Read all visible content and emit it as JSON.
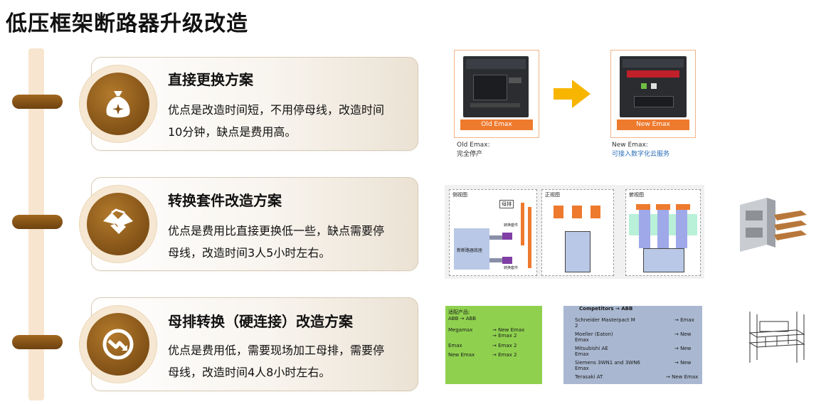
{
  "page": {
    "title": "低压框架断路器升级改造"
  },
  "cards": [
    {
      "title": "直接更换方案",
      "desc_line1": "优点是改造时间短，不用停母线，改造时间",
      "desc_line2": "10分钟，缺点是费用高。",
      "icon": "money-bag-icon"
    },
    {
      "title": "转换套件改造方案",
      "desc_line1": "优点是费用比直接更换低一些，缺点需要停",
      "desc_line2": "母线，改造时间3人5小时左右。",
      "icon": "handshake-icon"
    },
    {
      "title": "母排转换（硬连接）改造方案",
      "desc_line1": "优点是费用低，需要现场加工母排，需要停",
      "desc_line2": "母线，改造时间4人8小时左右。",
      "icon": "trend-down-icon"
    }
  ],
  "images": {
    "old_emax": {
      "label": "Old Emax",
      "caption1": "Old Emax:",
      "caption2": "完全停产"
    },
    "new_emax": {
      "label": "New Emax",
      "caption1": "New Emax:",
      "caption2": "可接入数字化云服务"
    },
    "kit_drawing": {
      "side_title": "侧视图",
      "front_title": "正视图",
      "top_title": "俯视图",
      "copper_label": "母排",
      "breaker_label": "新断路器底座",
      "conv_label1": "转换套件",
      "conv_label2": "转换套件"
    },
    "replace_table": {
      "left_header1": "适配产品:",
      "left_header2": "ABB → ABB",
      "left_rows": [
        {
          "from": "Megamax",
          "to": "→ New Emax\n→ Emax 2"
        },
        {
          "from": "Emax",
          "to": "→ Emax 2"
        },
        {
          "from": "New Emax",
          "to": "→ Emax 2"
        }
      ],
      "right_header": "Competitors → ABB",
      "right_rows": [
        {
          "from": "Schneider Masterpact M\n2",
          "to": "→ Emax"
        },
        {
          "from": "Moeller (Eaton)\nEmax",
          "to": "→ New"
        },
        {
          "from": "Mitsubishi AE\nEmax",
          "to": "→ New"
        },
        {
          "from": "Siemens 3WN1 and 3WN6\nEmax",
          "to": "→ New"
        },
        {
          "from": "Terasaki AT",
          "to": "→ New Emax"
        }
      ]
    }
  },
  "colors": {
    "accent_brown": "#8a5518",
    "orange_label": "#ee7a2e",
    "arrow_yellow": "#f7b500",
    "green_panel": "#8fd14f",
    "blue_panel": "#a9b7d0"
  }
}
